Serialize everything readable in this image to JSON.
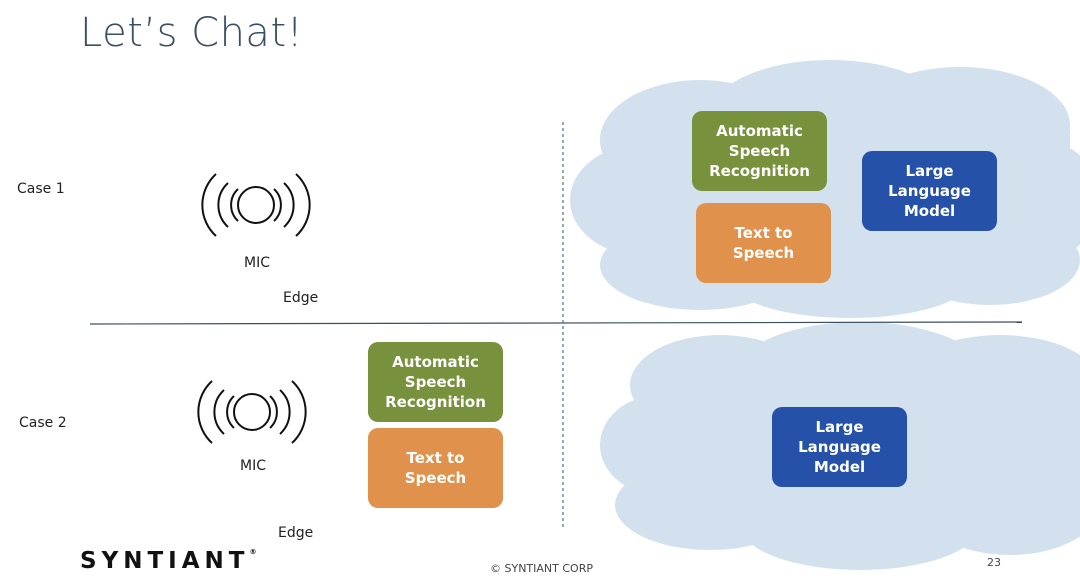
{
  "slide": {
    "title": "Let’s Chat!",
    "page_number": "23",
    "copyright": "© SYNTIANT CORP",
    "logo_text": "SYNTIANT",
    "logo_mark": "®"
  },
  "case1": {
    "label": "Case 1",
    "mic_label": "MIC",
    "edge_label": "Edge",
    "cloud_boxes": {
      "asr": "Automatic\nSpeech\nRecognition",
      "tts": "Text to\nSpeech",
      "llm": "Large\nLanguage\nModel"
    }
  },
  "case2": {
    "label": "Case 2",
    "mic_label": "MIC",
    "edge_label": "Edge",
    "edge_boxes": {
      "asr": "Automatic\nSpeech\nRecognition",
      "tts": "Text to\nSpeech"
    },
    "cloud_boxes": {
      "llm": "Large\nLanguage\nModel"
    }
  },
  "colors": {
    "asr": "#77913c",
    "tts": "#e0914c",
    "llm": "#2552a8",
    "cloud": "#d3e1ef",
    "title": "#3a4f63",
    "divider": "#3a4f63"
  }
}
